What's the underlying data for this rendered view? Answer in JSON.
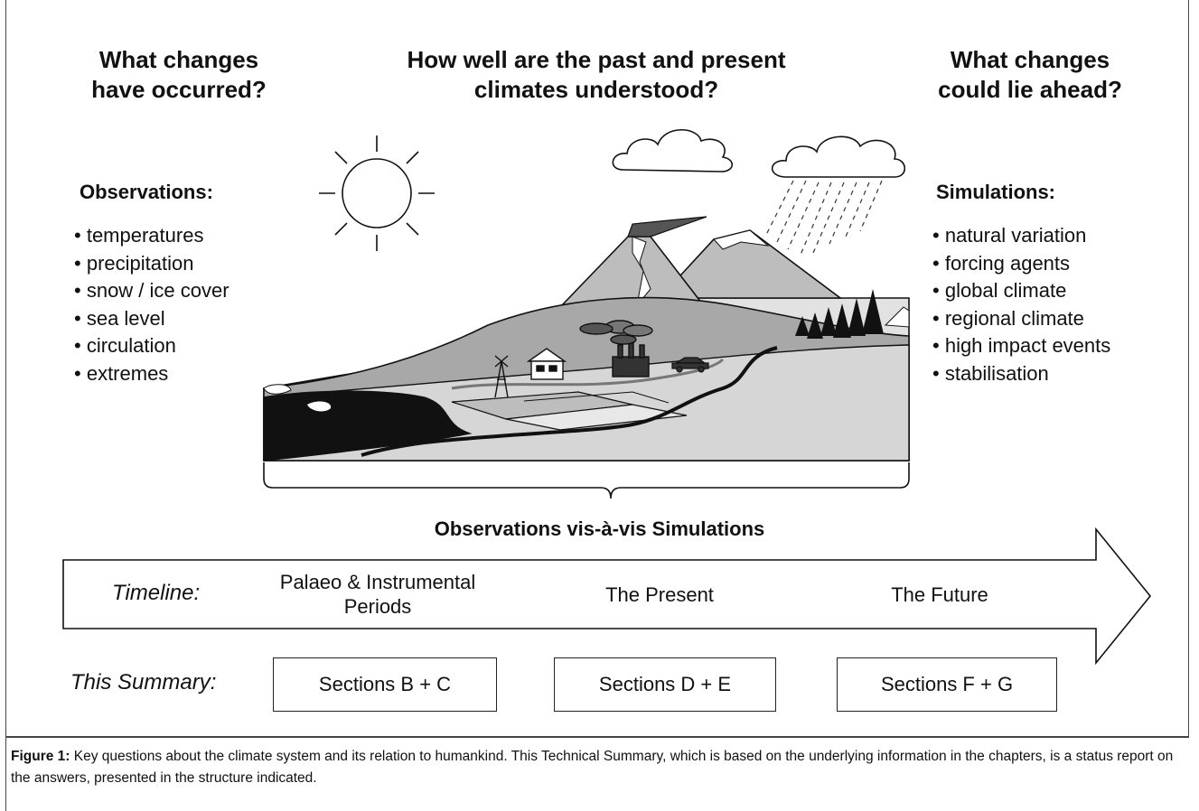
{
  "questions": {
    "left": [
      "What changes",
      "have occurred?"
    ],
    "center": [
      "How well are the past and present",
      "climates understood?"
    ],
    "right": [
      "What changes",
      "could lie ahead?"
    ]
  },
  "observations": {
    "title": "Observations:",
    "items": [
      "temperatures",
      "precipitation",
      "snow / ice cover",
      "sea level",
      "circulation",
      "extremes"
    ]
  },
  "simulations": {
    "title": "Simulations:",
    "items": [
      "natural variation",
      "forcing agents",
      "global climate",
      "regional climate",
      "high impact events",
      "stabilisation"
    ]
  },
  "bridge_label": "Observations vis-à-vis Simulations",
  "timeline": {
    "label": "Timeline:",
    "periods": [
      [
        "Palaeo & Instrumental",
        "Periods"
      ],
      [
        "The Present"
      ],
      [
        "The Future"
      ]
    ]
  },
  "summary": {
    "label": "This Summary:",
    "sections": [
      "Sections B + C",
      "Sections D + E",
      "Sections F + G"
    ]
  },
  "caption": {
    "prefix": "Figure 1:",
    "text": " Key questions about the climate system and its relation to humankind. This Technical Summary, which is based on the underlying information in the chapters, is a status report on the answers, presented in the structure indicated."
  }
}
